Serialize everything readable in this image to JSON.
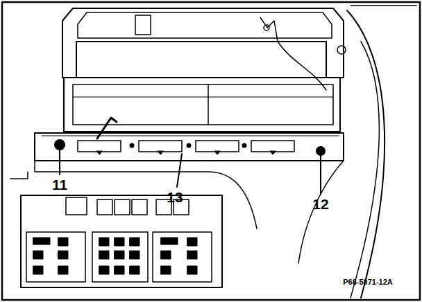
{
  "diagram": {
    "labels": [
      "11",
      "13",
      "12",
      "P68-5071-12A"
    ]
  }
}
